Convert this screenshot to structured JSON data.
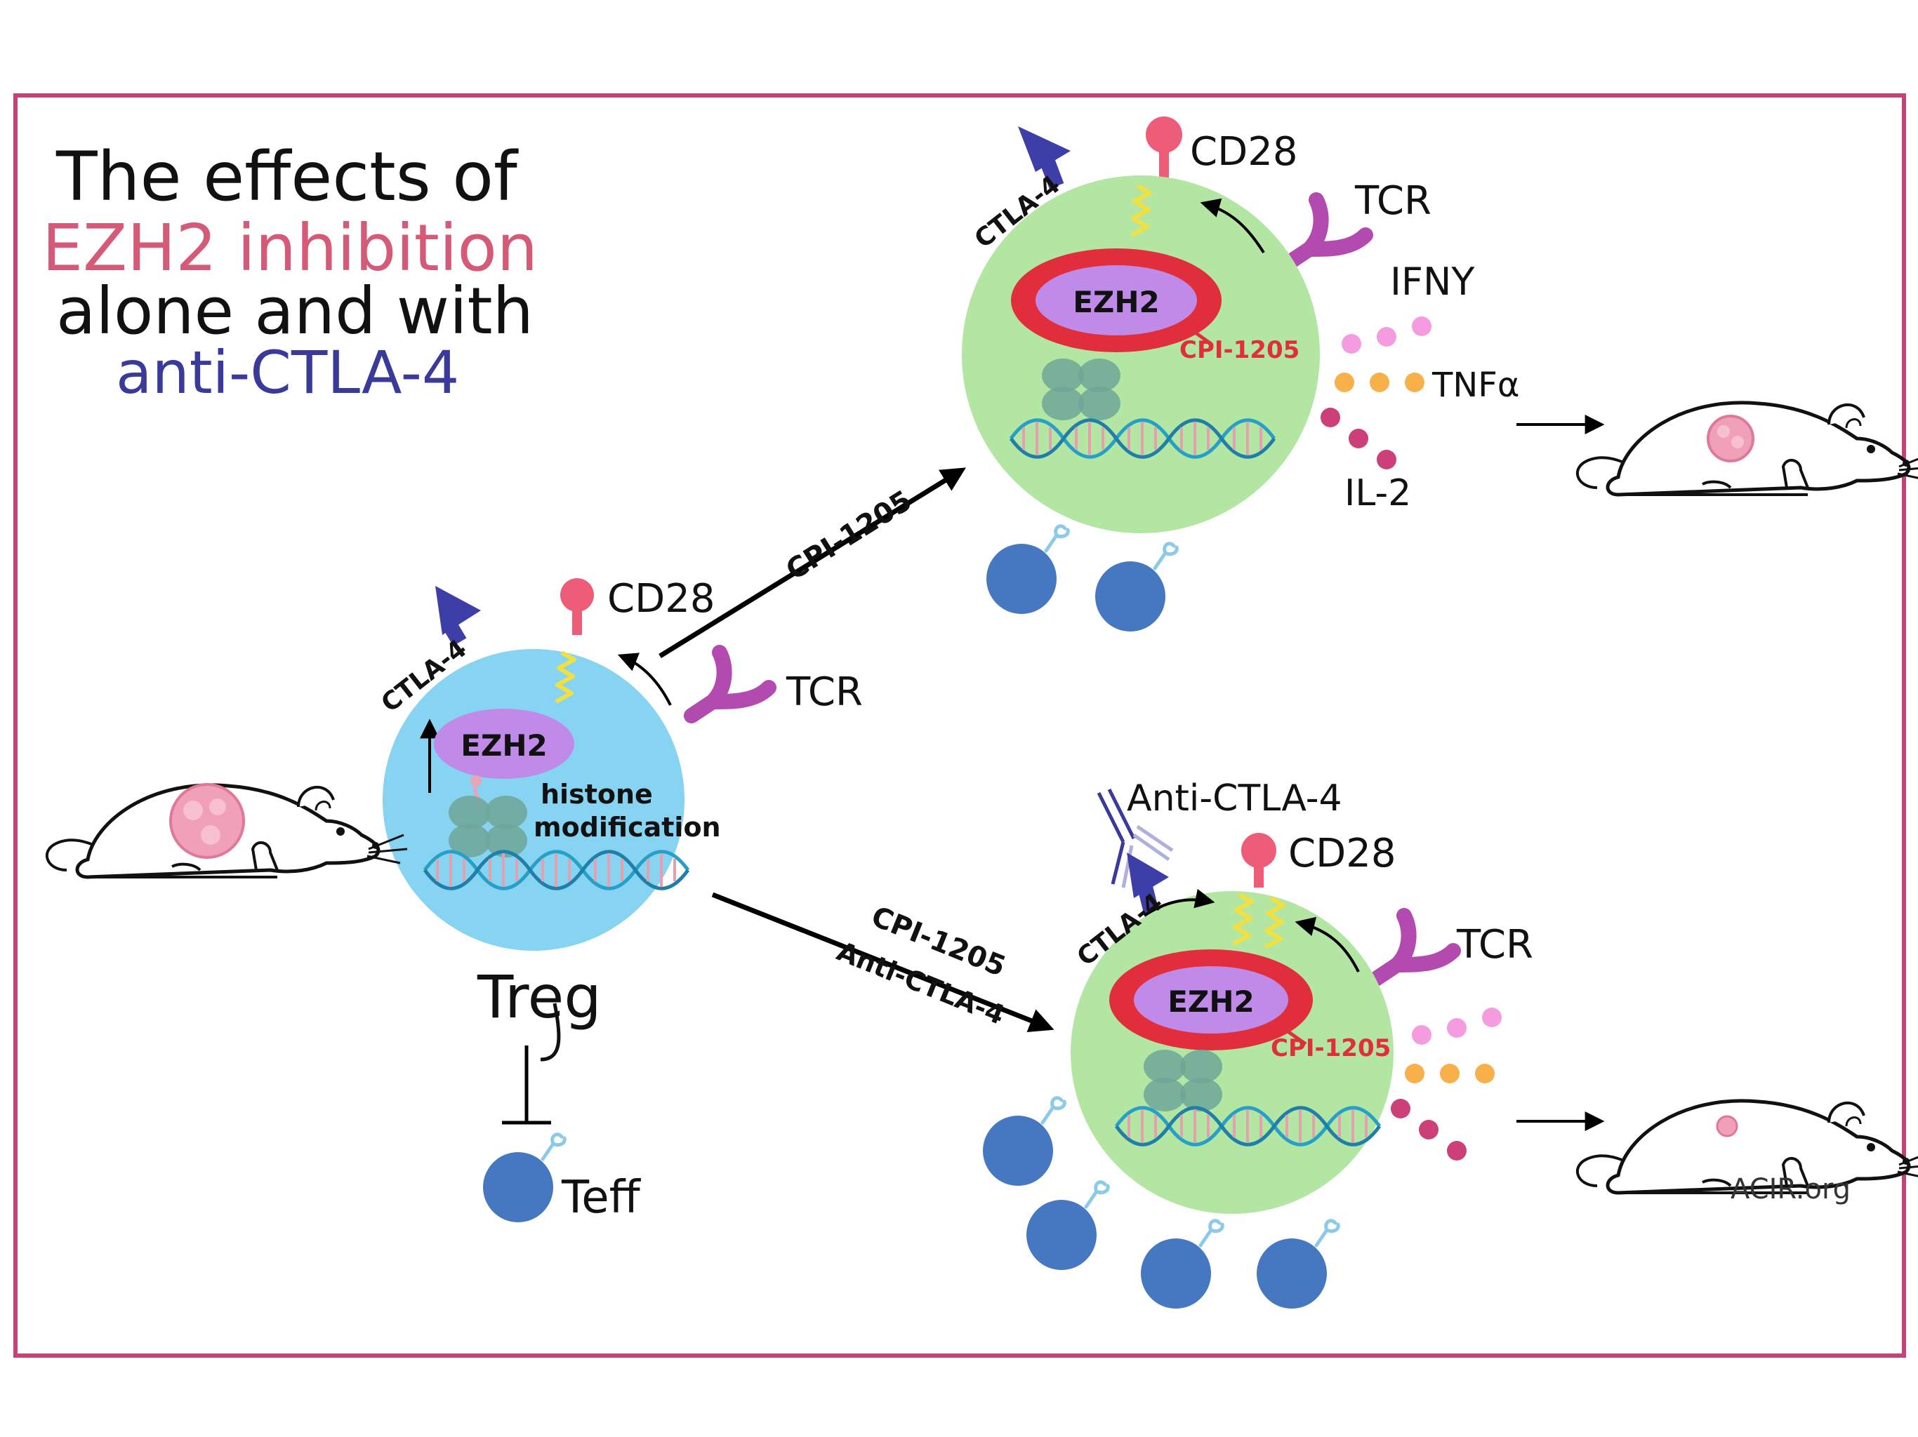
{
  "title": {
    "line1": "The effects of",
    "line2": "EZH2 inhibition",
    "line3": "alone  and with",
    "line4": "anti-CTLA-4"
  },
  "labels": {
    "ctla4": "CTLA-4",
    "cd28": "CD28",
    "tcr": "TCR",
    "ezh2": "EZH2",
    "cpi1205": "CPI-1205",
    "histone_mod_1": "histone",
    "histone_mod_2": "modification",
    "treg": "Treg",
    "teff": "Teff",
    "ifng": "IFNY",
    "tnfa": "TNFα",
    "il2": "IL-2",
    "anti_ctla4": "Anti-CTLA-4",
    "arrow_top": "CPI-1205",
    "arrow_bottom_1": "CPI-1205",
    "arrow_bottom_2": "Anti-CTLA-4",
    "credit": "ACIR.org"
  },
  "colors": {
    "frame": "#c8427a",
    "title_pink": "#d45a78",
    "title_blue": "#3a3a9a",
    "treg_cell": "#87d3f2",
    "treated_cell": "#b3e6a3",
    "ezh2": "#c08ae8",
    "ezh2_ring": "#e02e3c",
    "ctla4": "#3e3ea8",
    "cd28": "#ee5d78",
    "tcr": "#b24aaf",
    "teff": "#4678c2",
    "ifng_dot": "#f59ce0",
    "tnfa_dot": "#f8b04a",
    "il2_dot": "#cc3f78",
    "dna_blue": "#27a0c8",
    "dna_pink": "#e5a0b0",
    "histone": "#6fa698",
    "signal": "#f2e040"
  },
  "icons": [
    "mouse-icon",
    "tumor-icon",
    "antibody-icon",
    "dna-icon",
    "histone-icon",
    "receptor-icon"
  ]
}
